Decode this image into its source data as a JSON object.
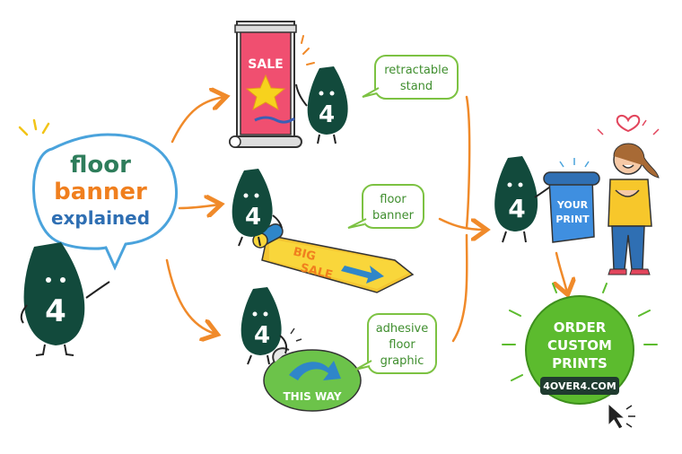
{
  "speech_bubble": {
    "line1": "floor",
    "line2": "banner",
    "line3": "explained",
    "colors": {
      "line1": "#2e7d5b",
      "line2": "#f07f1e",
      "line3": "#2f6fb3",
      "outline": "#4aa3dc"
    }
  },
  "mascot": {
    "label": "4",
    "color": "#124a3c"
  },
  "products": [
    {
      "id": "retractable",
      "label_lines": [
        "retractable",
        "stand"
      ],
      "sign_text": "SALE"
    },
    {
      "id": "floor",
      "label_lines": [
        "floor",
        "banner"
      ],
      "sign_lines": [
        "BIG",
        "SALE"
      ]
    },
    {
      "id": "adhesive",
      "label_lines": [
        "adhesive",
        "floor",
        "graphic"
      ],
      "sign_text": "THIS WAY"
    }
  ],
  "custom_roll_text": [
    "YOUR",
    "PRINT"
  ],
  "cta": {
    "lines": [
      "ORDER",
      "CUSTOM",
      "PRINTS"
    ],
    "url": "4OVER4.COM",
    "color": "#5cbb2e"
  },
  "icons": [
    "heart-icon",
    "cursor-icon",
    "star-icon",
    "arrow-icon"
  ],
  "colors": {
    "arrow": "#f08a2a",
    "label_outline": "#7cc242",
    "label_text": "#3f8e2e"
  }
}
